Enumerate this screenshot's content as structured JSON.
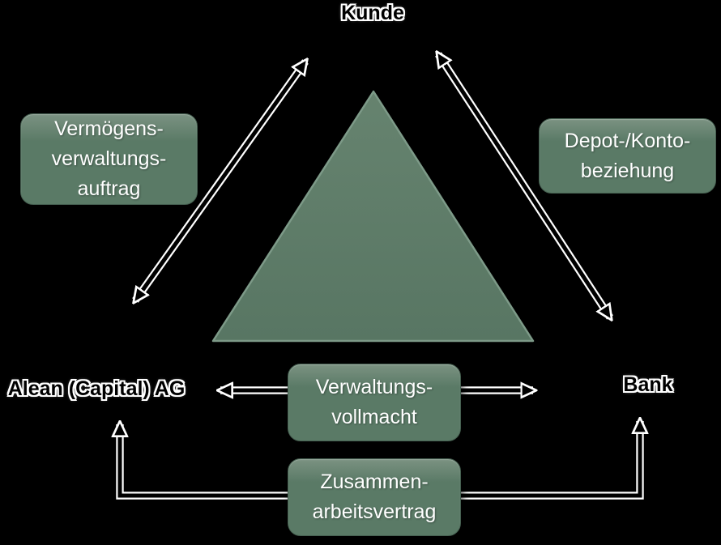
{
  "diagram": {
    "nodes": {
      "kunde": "Kunde",
      "alean": "Alean (Capital) AG",
      "bank": "Bank"
    },
    "boxes": {
      "left": {
        "lines": [
          "Vermögens-",
          "verwaltungs-",
          "auftrag"
        ]
      },
      "right": {
        "lines": [
          "Depot-/Konto-",
          "beziehung"
        ]
      },
      "center": {
        "lines": [
          "Verwaltungs-",
          "vollmacht"
        ]
      },
      "bottom": {
        "lines": [
          "Zusammen-",
          "arbeitsvertrag"
        ]
      }
    },
    "colors": {
      "background": "#000000",
      "box-fill-top": "#7b9282",
      "box-fill": "#5a7a66",
      "box-border": "#455f50",
      "box-text": "#ffffff",
      "triangle-top": "#66836f",
      "triangle-bottom": "#587663",
      "triangle-stroke": "#7d9a88",
      "arrow-fill": "#000000",
      "arrow-outline": "#ffffff",
      "label-text": "#000000",
      "label-glow": "#ffffff"
    }
  }
}
